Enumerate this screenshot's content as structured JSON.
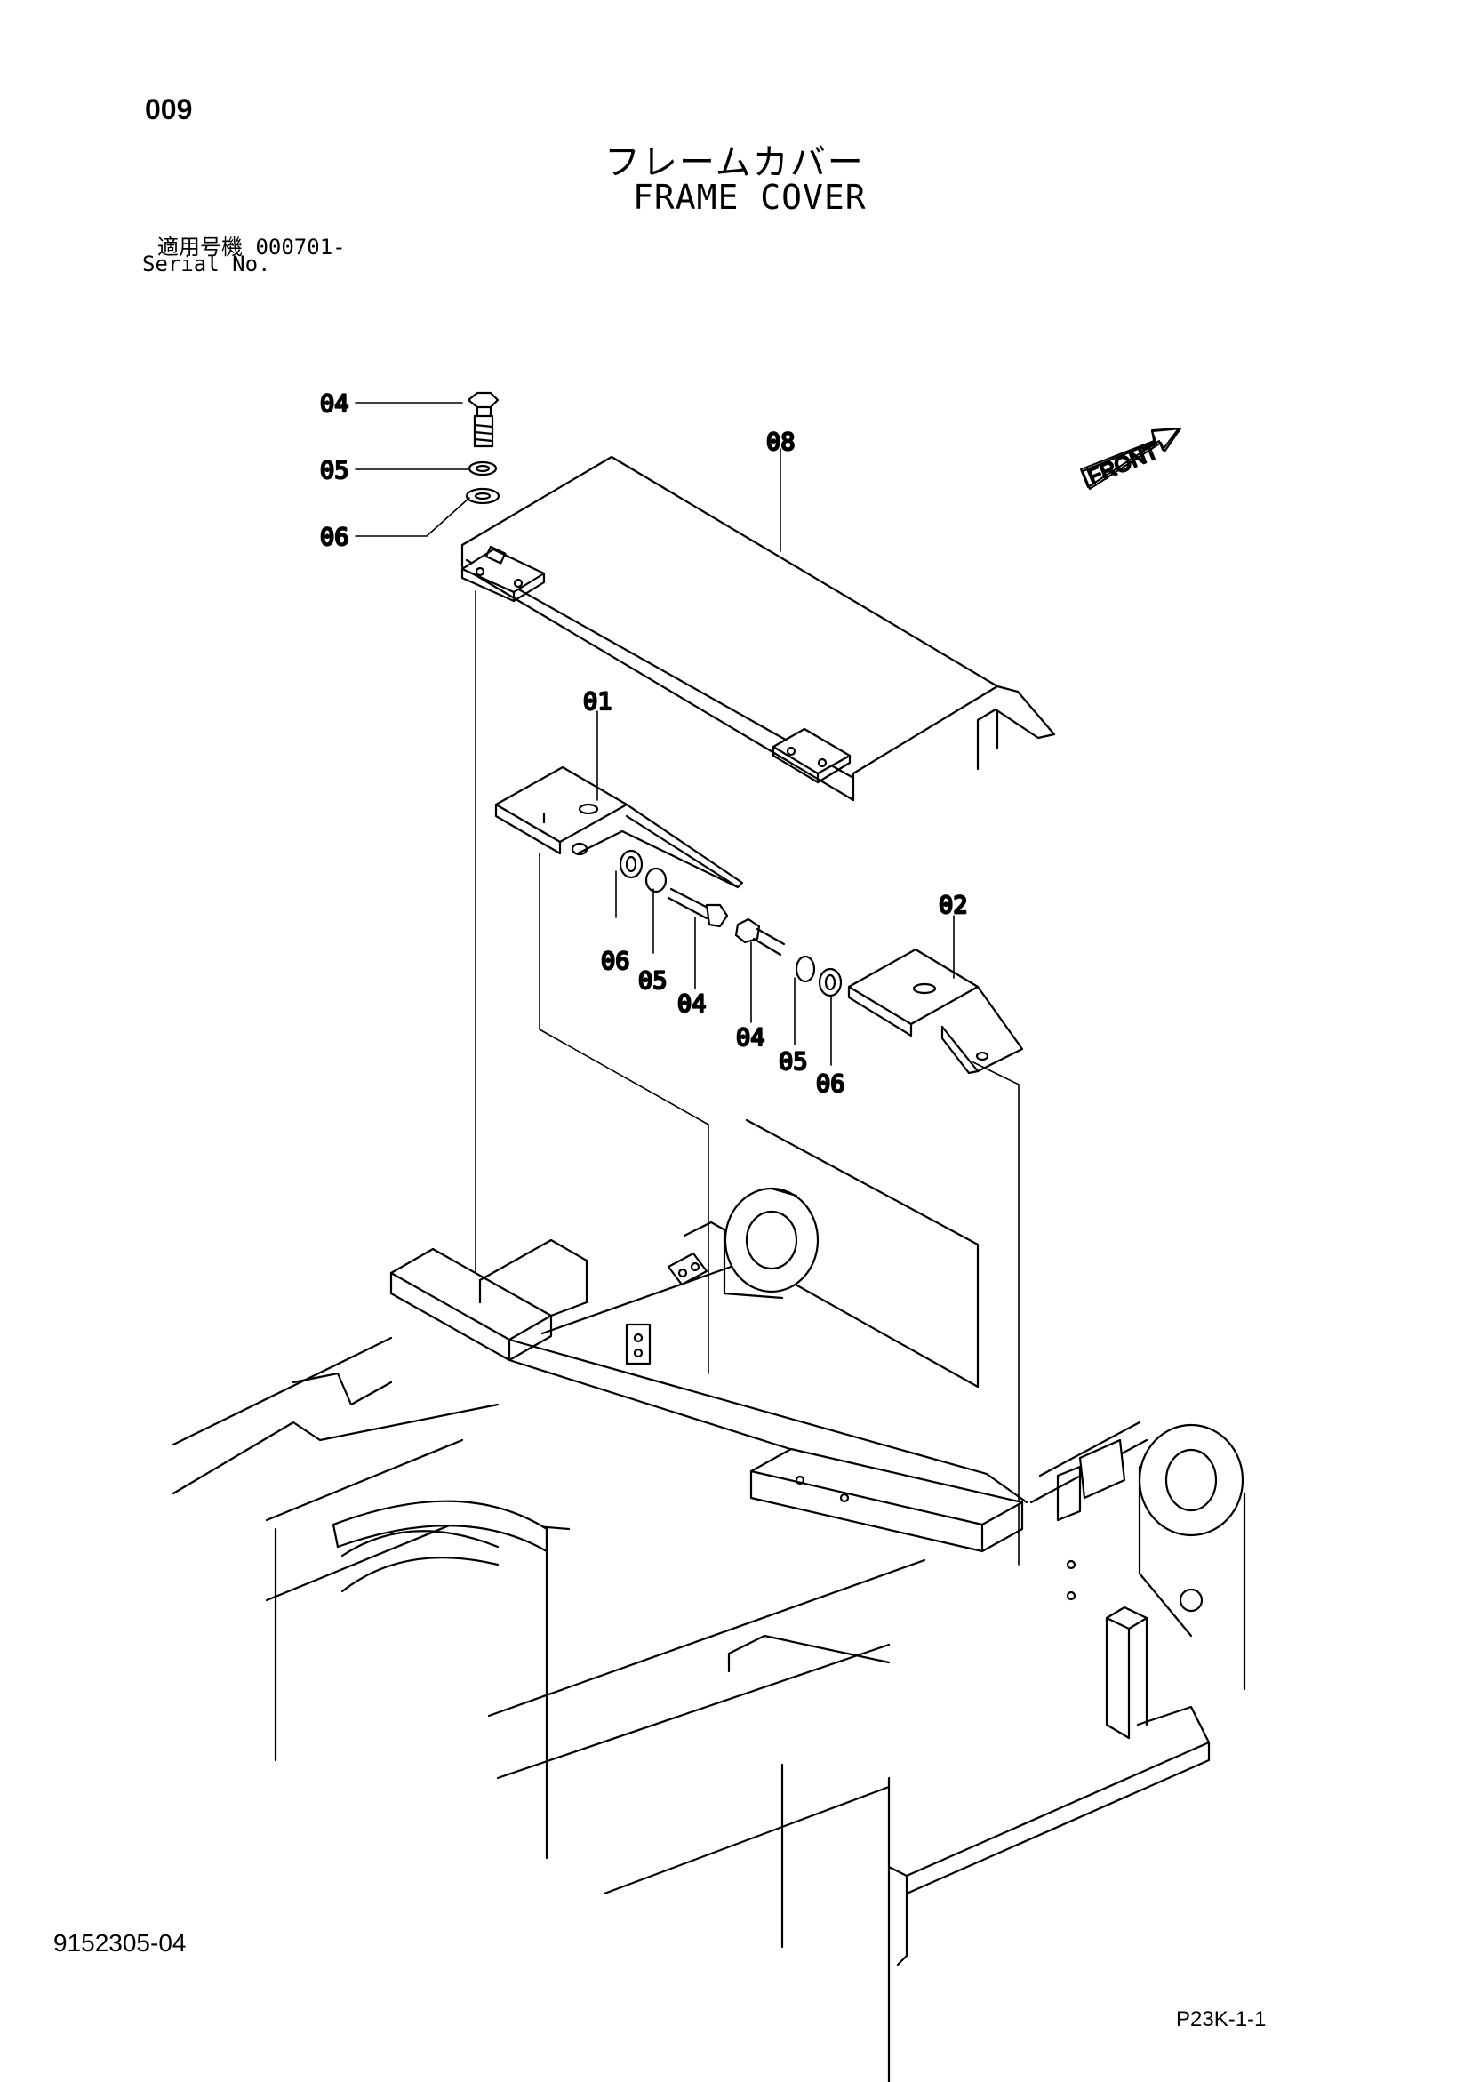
{
  "header": {
    "page_number": "009",
    "title_jp": "フレームカバー",
    "title_en": "FRAME COVER",
    "serial_label_jp": "適用号機  000701-",
    "serial_label_en": "Serial No."
  },
  "callouts": {
    "c04a": "04",
    "c05a": "05",
    "c06a": "06",
    "c08": "08",
    "c01": "01",
    "c06b": "06",
    "c05b": "05",
    "c04b": "04",
    "c02": "02",
    "c04c": "04",
    "c05c": "05",
    "c06c": "06"
  },
  "front_label": "FRONT",
  "footer": {
    "document_number": "9152305-04",
    "plate_code": "P23K-1-1"
  }
}
